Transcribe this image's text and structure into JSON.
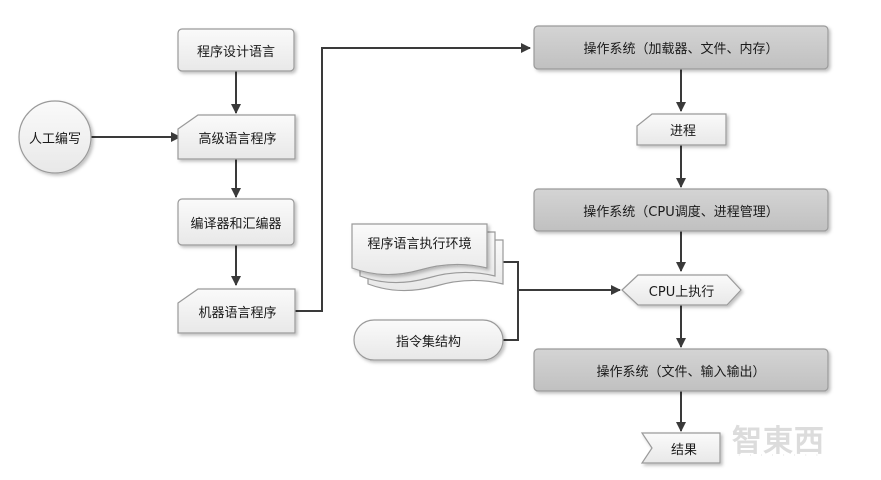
{
  "nodes": {
    "programming_language": "程序设计语言",
    "manual_writing": "人工编写",
    "high_level_program": "高级语言程序",
    "compiler_assembler": "编译器和汇编器",
    "machine_program": "机器语言程序",
    "os_loader": "操作系统（加载器、文件、内存）",
    "process": "进程",
    "os_cpu_sched": "操作系统（CPU调度、进程管理）",
    "runtime_env": "程序语言执行环境",
    "cpu_exec": "CPU上执行",
    "isa": "指令集结构",
    "os_io": "操作系统（文件、输入输出）",
    "result": "结果"
  },
  "watermark": "智東西",
  "colors": {
    "light_box": "#efefef",
    "dark_box": "#c8c8c8",
    "border": "#9a9a9a",
    "arrow": "#3a3a3a"
  }
}
